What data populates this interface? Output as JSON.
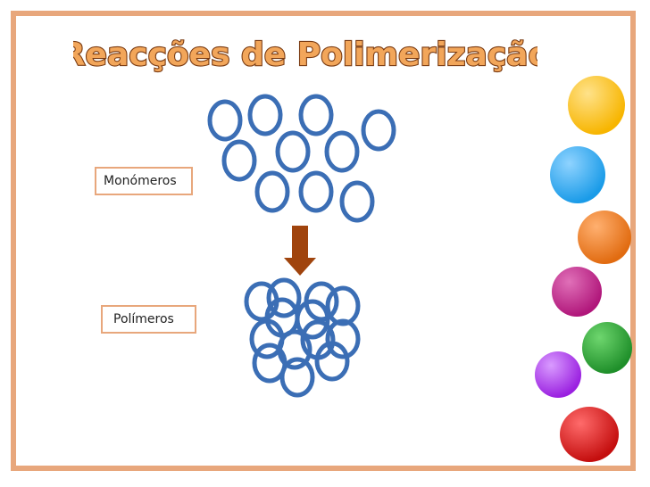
{
  "title": "Reacções de Polimerização",
  "labels": {
    "monomers": "Monómeros",
    "polymers": "Polímeros"
  },
  "colors": {
    "frame": "#e8a77c",
    "title_fill": "#f2a65a",
    "title_stroke": "#7a3b12",
    "ring": "#3b6eb5",
    "arrow": "#a0440d",
    "balls": [
      "#f7b500",
      "#1a9be8",
      "#e16b10",
      "#b0167a",
      "#1f8f2a",
      "#9a20e0",
      "#c40e0e"
    ]
  },
  "icons": [
    "monomer-ring-icon",
    "reaction-arrow-icon",
    "polymer-ring-icon",
    "color-ball-icon"
  ]
}
